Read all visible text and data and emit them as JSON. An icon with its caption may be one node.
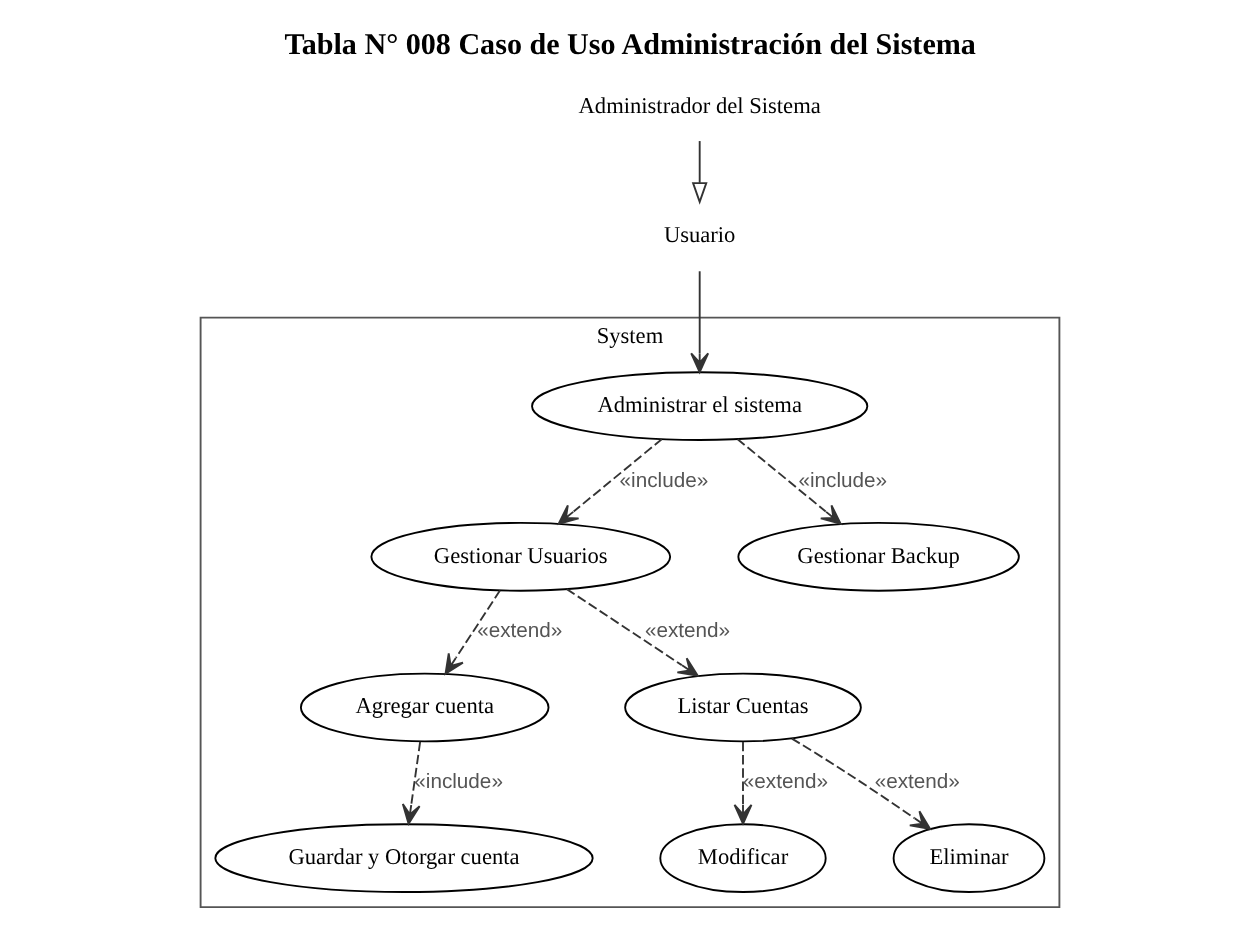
{
  "diagram": {
    "title": "Tabla N° 008 Caso de Uso Administración del Sistema",
    "nodes": [
      {
        "text": [
          "System"
        ]
      },
      {
        "text": [
          "Administrar el sistema"
        ],
        "in": 0
      },
      {
        "text": [
          "Usuario"
        ]
      },
      {
        "text": [
          "Gestionar Usuarios"
        ],
        "in": 0
      },
      {
        "text": [
          "Gestionar Backup"
        ],
        "in": 0
      },
      {
        "text": [
          "Agregar cuenta"
        ],
        "in": 0
      },
      {
        "text": [
          "Administrador del Sistema"
        ]
      },
      {
        "text": [
          "Listar Cuentas"
        ],
        "in": 0
      },
      {
        "text": [
          "Guardar y Otorgar cuenta"
        ],
        "in": 0
      },
      {
        "text": [
          "Modificar"
        ],
        "in": 0
      },
      {
        "text": [
          "Eliminar"
        ],
        "in": 0
      }
    ],
    "edges": [
      {
        "from": 2,
        "to": 1,
        "arrow": "to"
      },
      {
        "from": 6,
        "to": 2,
        "arrow": "to"
      },
      {
        "from": 1,
        "to": 3,
        "arrow": "to",
        "label": "«include»",
        "style": "dashed"
      },
      {
        "from": 1,
        "to": 4,
        "arrow": "to",
        "label": "«include»",
        "style": "dashed"
      },
      {
        "from": 3,
        "to": 5,
        "arrow": "to",
        "label": "«extend»",
        "style": "dashed"
      },
      {
        "from": 3,
        "to": 7,
        "arrow": "to",
        "label": "«extend»",
        "style": "dashed"
      },
      {
        "from": 5,
        "to": 8,
        "arrow": "to",
        "label": "«include»",
        "style": "dashed"
      },
      {
        "from": 7,
        "to": 9,
        "arrow": "to",
        "label": "«extend»",
        "style": "dashed"
      },
      {
        "from": 7,
        "to": 10,
        "arrow": "to",
        "label": "«extend»",
        "style": "dashed"
      }
    ]
  }
}
